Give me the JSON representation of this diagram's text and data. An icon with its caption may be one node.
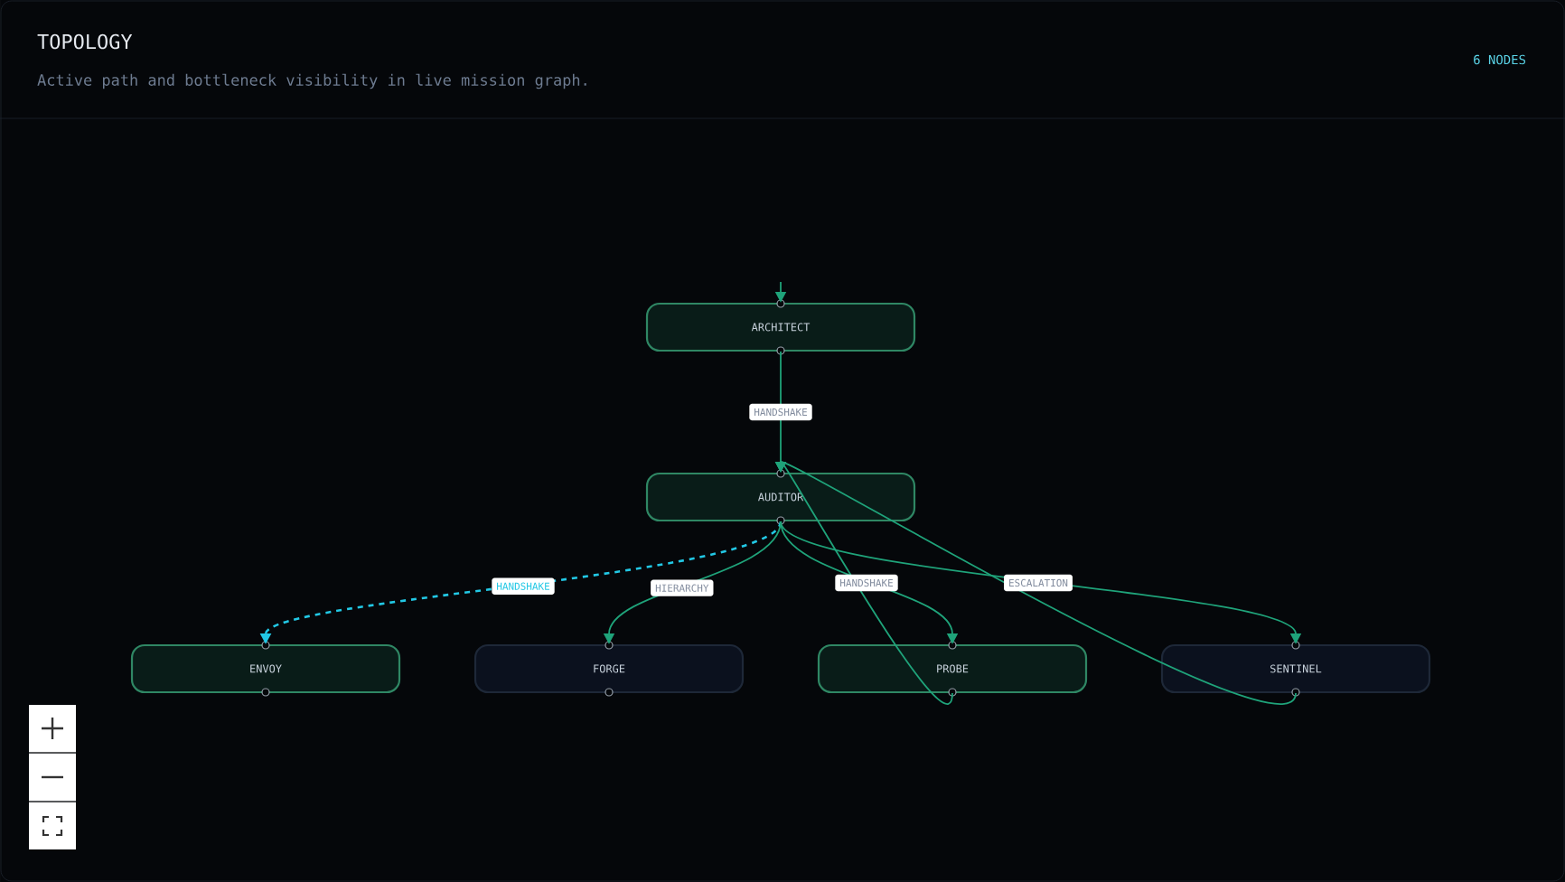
{
  "diagram": {
    "title": "TOPOLOGY",
    "nodes": [
      {
        "text": [
          "ARCHITECT"
        ]
      },
      {
        "text": [
          "AUDITOR"
        ]
      },
      {
        "text": [
          "ENVOY"
        ]
      },
      {
        "text": [
          "FORGE"
        ]
      },
      {
        "text": [
          "PROBE"
        ]
      },
      {
        "text": [
          "SENTINEL"
        ]
      }
    ],
    "edges": [
      {
        "from": null,
        "to": 0,
        "arrow": "to"
      },
      {
        "from": 0,
        "to": 1,
        "arrow": "to",
        "label": "HANDSHAKE"
      },
      {
        "from": 1,
        "to": 2,
        "arrow": "to",
        "label": "HANDSHAKE",
        "style": "dashed",
        "color": "#22c8e5"
      },
      {
        "from": 1,
        "to": 3,
        "arrow": "to",
        "label": "HIERARCHY"
      },
      {
        "from": 1,
        "to": 4,
        "arrow": "to",
        "label": "HANDSHAKE"
      },
      {
        "from": 1,
        "to": 5,
        "arrow": "to",
        "label": "ESCALATION"
      },
      {
        "from": 4,
        "to": 1,
        "arrow": "to"
      },
      {
        "from": 5,
        "to": 1,
        "arrow": "to"
      }
    ],
    "labels": [
      "Active path and bottleneck visibility in live mission graph.",
      "6 NODES"
    ]
  }
}
